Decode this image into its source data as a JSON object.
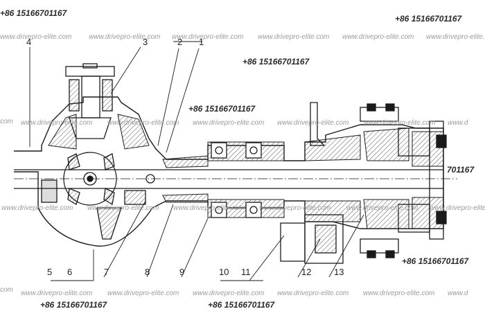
{
  "watermarks": {
    "phone": "+86 15166701167",
    "phone_partial": "701167",
    "site": "www.drivepro-elite.com",
    "site_partial_left": "com",
    "site_partial_right": "www.d"
  },
  "callouts": [
    "1",
    "2",
    "3",
    "4",
    "5",
    "6",
    "7",
    "8",
    "9",
    "10",
    "11",
    "12",
    "13"
  ],
  "colors": {
    "line": "#1a1a1a",
    "hatch": "#555555"
  }
}
